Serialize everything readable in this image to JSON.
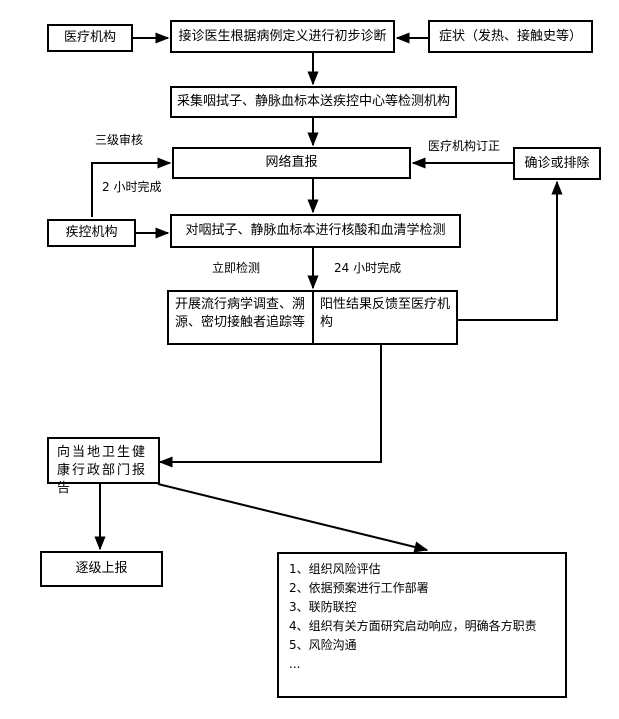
{
  "nodes": {
    "hospital": "医疗机构",
    "diagnosis": "接诊医生根据病例定义进行初步诊断",
    "symptoms": "症状（发热、接触史等）",
    "sampling": "采集咽拭子、静脉血标本送疾控中心等检测机构",
    "direct_report": "网络直报",
    "confirm": "确诊或排除",
    "cdc": "疾控机构",
    "testing": "对咽拭子、静脉血标本进行核酸和血清学检测",
    "epi_investigation": "开展流行病学调查、溯源、密切接触者追踪等",
    "positive_feedback": "阳性结果反馈至医疗机构",
    "report_health_dept": "向当地卫生健康行政部门报告",
    "escalate": "逐级上报"
  },
  "labels": {
    "three_level_review": "三级审核",
    "two_hours": "2 小时完成",
    "hospital_correction": "医疗机构订正",
    "immediate_test": "立即检测",
    "within_24h": "24 小时完成"
  },
  "actions": [
    "1、组织风险评估",
    "2、依据预案进行工作部署",
    "3、联防联控",
    "4、组织有关方面研究启动响应，明确各方职责",
    "5、风险沟通",
    "..."
  ]
}
